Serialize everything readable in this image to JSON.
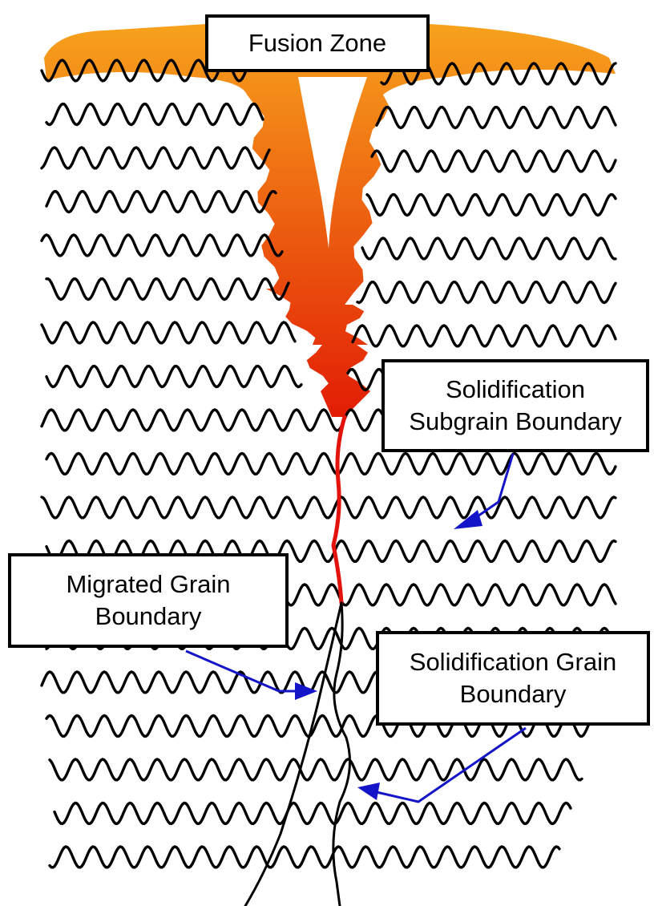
{
  "labels": {
    "fusion_zone": [
      "Fusion Zone"
    ],
    "subgrain_boundary": [
      "Solidification",
      "Subgrain Boundary"
    ],
    "migrated_grain_boundary": [
      "Migrated Grain",
      "Boundary"
    ],
    "solidification_grain_boundary": [
      "Solidification Grain",
      "Boundary"
    ]
  },
  "colors": {
    "dendrite": "#000000",
    "arrow": "#1414c8",
    "fusion_top": "#f7a21c",
    "fusion_bottom": "#e21d05",
    "boundary_liquid": "#e3120b"
  }
}
